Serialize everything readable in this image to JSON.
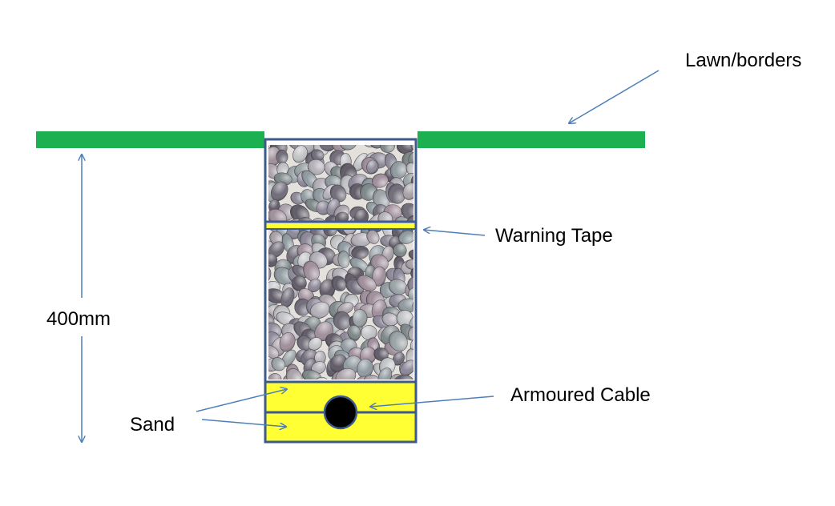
{
  "labels": {
    "lawn": "Lawn/borders",
    "warning_tape": "Warning Tape",
    "armoured_cable": "Armoured Cable",
    "sand": "Sand",
    "depth": "400mm"
  },
  "colors": {
    "lawn": "#1db050",
    "trench_outline": "#3d5a8c",
    "sand": "#ffff33",
    "warning_tape": "#ffff33",
    "cable": "#000000",
    "gravel_bg": "#e4e1dc",
    "arrow": "#4f7fb8"
  },
  "icons": {
    "cable": "cable-cross-section-icon",
    "gravel": "gravel-pebbles-icon"
  }
}
